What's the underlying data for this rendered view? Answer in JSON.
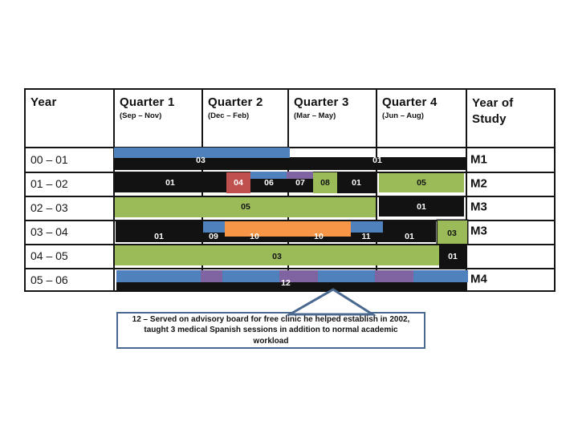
{
  "colors": {
    "black": "#121212",
    "blue": "#4F81BD",
    "red": "#C0504D",
    "green": "#9BBB59",
    "purple": "#8064A2",
    "orange": "#F79646",
    "white": "#FFFFFF",
    "callout_border": "#4A6990",
    "grid": "#141414"
  },
  "chart_data": {
    "type": "table",
    "title": "Quarterly activity Gantt table by academic year",
    "columns": [
      {
        "label": "Year",
        "sublabel": ""
      },
      {
        "label": "Quarter 1",
        "sublabel": "(Sep – Nov)"
      },
      {
        "label": "Quarter 2",
        "sublabel": "(Dec – Feb)"
      },
      {
        "label": "Quarter 3",
        "sublabel": "(Mar – May)"
      },
      {
        "label": "Quarter 4",
        "sublabel": "(Jun – Aug)"
      },
      {
        "label": "Year of Study",
        "sublabel": ""
      }
    ],
    "rows": [
      {
        "year": "00 – 01",
        "year_of_study": "M1",
        "codes": [
          "03",
          "01"
        ]
      },
      {
        "year": "01 – 02",
        "year_of_study": "M2",
        "codes": [
          "01",
          "04",
          "06",
          "07",
          "08",
          "01",
          "05"
        ]
      },
      {
        "year": "02 – 03",
        "year_of_study": "M3",
        "codes": [
          "05",
          "01"
        ]
      },
      {
        "year": "03 – 04",
        "year_of_study": "M3",
        "codes": [
          "01",
          "09",
          "10",
          "10",
          "11",
          "01",
          "03"
        ]
      },
      {
        "year": "04 – 05",
        "year_of_study": "",
        "codes": [
          "03",
          "01"
        ]
      },
      {
        "year": "05 – 06",
        "year_of_study": "M4",
        "codes": [
          "12"
        ]
      }
    ],
    "segments": [
      [
        143,
        196,
        437,
        16,
        "black",
        false
      ],
      [
        142,
        184,
        219,
        13,
        "blue",
        false
      ],
      [
        143,
        216,
        139,
        24,
        "black",
        false
      ],
      [
        282,
        215,
        30,
        26,
        "red",
        false
      ],
      [
        312,
        216,
        108,
        24,
        "black",
        false
      ],
      [
        312,
        214,
        45,
        9,
        "blue",
        false
      ],
      [
        357,
        214,
        33,
        9,
        "purple",
        false
      ],
      [
        390,
        215,
        30,
        26,
        "green",
        false
      ],
      [
        420,
        215,
        48,
        26,
        "black",
        false
      ],
      [
        472,
        216,
        106,
        24,
        "green",
        false
      ],
      [
        143,
        246,
        325,
        25,
        "green",
        false
      ],
      [
        472,
        246,
        106,
        24,
        "black",
        false
      ],
      [
        144,
        276,
        399,
        26,
        "black",
        false
      ],
      [
        253,
        276,
        27,
        14,
        "blue",
        false
      ],
      [
        280,
        276,
        157,
        19,
        "orange",
        false
      ],
      [
        437,
        276,
        40,
        14,
        "blue",
        false
      ],
      [
        545,
        275,
        37,
        29,
        "green",
        true
      ],
      [
        143,
        306,
        404,
        25,
        "green",
        false
      ],
      [
        547,
        304,
        35,
        30,
        "black",
        false
      ],
      [
        145,
        347,
        436,
        17,
        "black",
        false
      ],
      [
        145,
        337,
        438,
        15,
        "blue",
        false
      ],
      [
        250,
        337,
        27,
        15,
        "purple",
        false
      ],
      [
        348,
        337,
        48,
        15,
        "purple",
        false
      ],
      [
        467,
        337,
        48,
        15,
        "purple",
        false
      ]
    ],
    "segment_labels": [
      [
        "03",
        250,
        200,
        "white"
      ],
      [
        "01",
        470,
        200,
        "white"
      ],
      [
        "01",
        212,
        228,
        "white"
      ],
      [
        "04",
        297,
        228,
        "white"
      ],
      [
        "06",
        335,
        228,
        "white"
      ],
      [
        "07",
        374,
        228,
        "white"
      ],
      [
        "08",
        405,
        228,
        "black"
      ],
      [
        "01",
        444,
        228,
        "white"
      ],
      [
        "05",
        525,
        228,
        "black"
      ],
      [
        "05",
        306,
        258,
        "black"
      ],
      [
        "01",
        525,
        258,
        "white"
      ],
      [
        "01",
        198,
        295,
        "white"
      ],
      [
        "09",
        266,
        295,
        "white"
      ],
      [
        "10",
        317,
        295,
        "white"
      ],
      [
        "10",
        397,
        295,
        "white"
      ],
      [
        "11",
        456,
        295,
        "white"
      ],
      [
        "01",
        510,
        295,
        "white"
      ],
      [
        "03",
        563,
        291,
        "black"
      ],
      [
        "03",
        345,
        320,
        "black"
      ],
      [
        "01",
        564,
        320,
        "white"
      ],
      [
        "12",
        356,
        353,
        "white"
      ]
    ]
  },
  "callout": {
    "lines": [
      "12 – Served on advisory board for free clinic he helped establish in 2002,",
      "taught 3 medical Spanish sessions in addition to normal academic",
      "workload"
    ]
  }
}
